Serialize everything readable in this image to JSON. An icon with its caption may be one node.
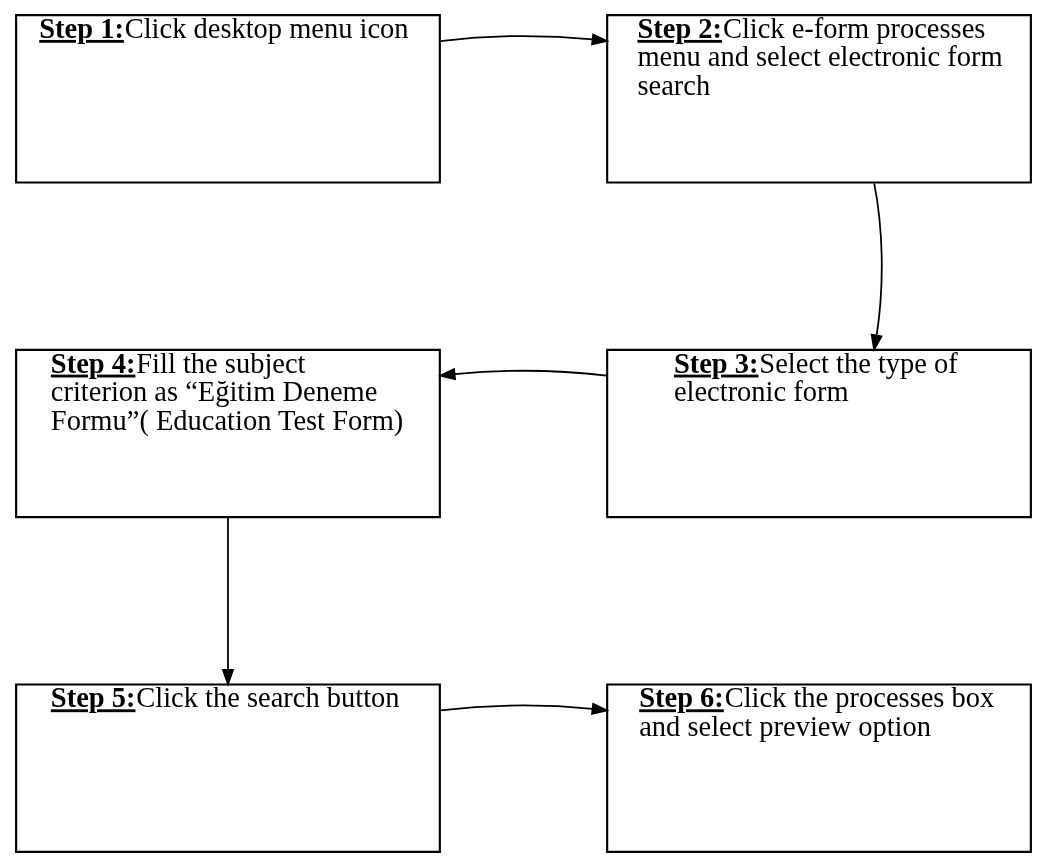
{
  "diagram": {
    "nodes": [
      {
        "text": [
          "Step 1:",
          "Click desktop menu icon"
        ]
      },
      {
        "text": [
          "Step 2:",
          "Click e-form processes menu and select electronic form search"
        ]
      },
      {
        "text": [
          "Step 3:",
          "Select the type of electronic form"
        ]
      },
      {
        "text": [
          "Step 4:",
          "Fill the subject criterion as “Eğitim Deneme Formu”( Education Test Form)"
        ]
      },
      {
        "text": [
          "Step 5:",
          "Click the search button"
        ]
      },
      {
        "text": [
          "Step 6:",
          "Click the processes box and select preview option"
        ]
      }
    ],
    "edges": [
      {
        "from": 0,
        "to": 1,
        "arrow": "to"
      },
      {
        "from": 1,
        "to": 2,
        "arrow": "to"
      },
      {
        "from": 2,
        "to": 3,
        "arrow": "to"
      },
      {
        "from": 3,
        "to": 4,
        "arrow": "to"
      },
      {
        "from": 4,
        "to": 5,
        "arrow": "to"
      }
    ]
  }
}
